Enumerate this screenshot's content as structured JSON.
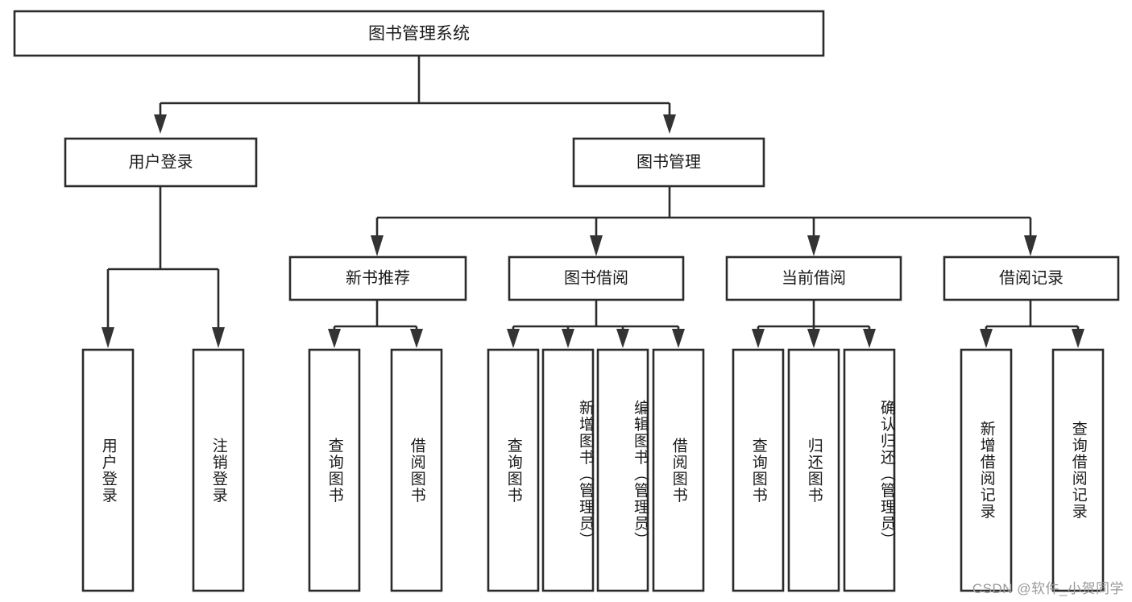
{
  "diagram": {
    "title": "图书管理系统",
    "type": "tree-hierarchy-diagram",
    "style": {
      "box_fill": "#ffffff",
      "box_stroke": "#2b2b2b",
      "connector_color": "#2b2b2b",
      "text_color": "#1a1a1a",
      "background": "#ffffff",
      "watermark_color": "#9a9a9a"
    },
    "root": {
      "label": "图书管理系统",
      "orientation": "horizontal"
    },
    "level2": [
      {
        "label": "用户登录",
        "orientation": "horizontal"
      },
      {
        "label": "图书管理",
        "orientation": "horizontal"
      }
    ],
    "level3": [
      {
        "label": "新书推荐",
        "orientation": "horizontal"
      },
      {
        "label": "图书借阅",
        "orientation": "horizontal"
      },
      {
        "label": "当前借阅",
        "orientation": "horizontal"
      },
      {
        "label": "借阅记录",
        "orientation": "horizontal"
      }
    ],
    "leaves": [
      {
        "label": "用户登录",
        "parent": "用户登录",
        "orientation": "vertical"
      },
      {
        "label": "注销登录",
        "parent": "用户登录",
        "orientation": "vertical"
      },
      {
        "label": "查询图书",
        "parent": "新书推荐",
        "orientation": "vertical"
      },
      {
        "label": "借阅图书",
        "parent": "新书推荐",
        "orientation": "vertical"
      },
      {
        "label": "查询图书",
        "parent": "图书借阅",
        "orientation": "vertical"
      },
      {
        "label": "新增图书（管理员）",
        "parent": "图书借阅",
        "orientation": "vertical"
      },
      {
        "label": "编辑图书（管理员）",
        "parent": "图书借阅",
        "orientation": "vertical"
      },
      {
        "label": "借阅图书",
        "parent": "图书借阅",
        "orientation": "vertical"
      },
      {
        "label": "查询图书",
        "parent": "当前借阅",
        "orientation": "vertical"
      },
      {
        "label": "归还图书",
        "parent": "当前借阅",
        "orientation": "vertical"
      },
      {
        "label": "确认归还（管理员）",
        "parent": "当前借阅",
        "orientation": "vertical"
      },
      {
        "label": "新增借阅记录",
        "parent": "借阅记录",
        "orientation": "vertical"
      },
      {
        "label": "查询借阅记录",
        "parent": "借阅记录",
        "orientation": "vertical"
      }
    ]
  },
  "watermark": {
    "text": "CSDN @软件_小贺同学"
  }
}
